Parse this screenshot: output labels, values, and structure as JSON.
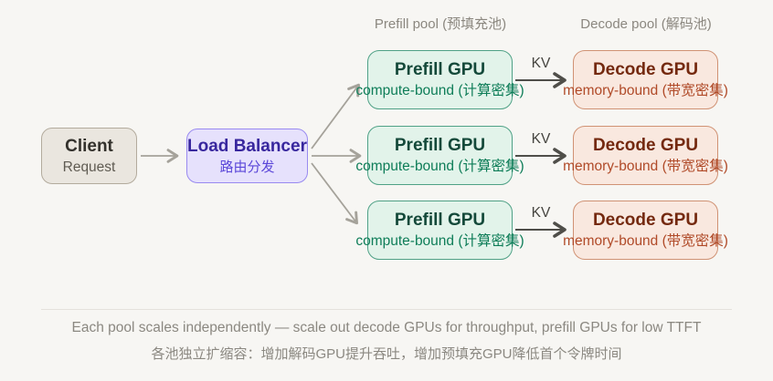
{
  "headers": {
    "prefill_pool": "Prefill pool (预填充池)",
    "decode_pool": "Decode pool (解码池)"
  },
  "nodes": {
    "client": {
      "title": "Client",
      "subtitle": "Request"
    },
    "load_balancer": {
      "title": "Load Balancer",
      "subtitle": "路由分发"
    }
  },
  "rows": [
    {
      "prefill": {
        "title": "Prefill GPU",
        "subtitle": "compute-bound (计算密集)"
      },
      "kv_label": "KV",
      "decode": {
        "title": "Decode GPU",
        "subtitle": "memory-bound (带宽密集)"
      }
    },
    {
      "prefill": {
        "title": "Prefill GPU",
        "subtitle": "compute-bound (计算密集)"
      },
      "kv_label": "KV",
      "decode": {
        "title": "Decode GPU",
        "subtitle": "memory-bound (带宽密集)"
      }
    },
    {
      "prefill": {
        "title": "Prefill GPU",
        "subtitle": "compute-bound (计算密集)"
      },
      "kv_label": "KV",
      "decode": {
        "title": "Decode GPU",
        "subtitle": "memory-bound (带宽密集)"
      }
    }
  ],
  "footer": {
    "line1": "Each pool scales independently — scale out decode GPUs for throughput, prefill GPUs for low TTFT",
    "line2": "各池独立扩缩容：增加解码GPU提升吞吐，增加预填充GPU降低首个令牌时间"
  },
  "colors": {
    "background": "#f7f6f3",
    "client_fill": "#eae6df",
    "client_border": "#b3ab9d",
    "lb_fill": "#e6e1fc",
    "lb_border": "#998af0",
    "lb_title": "#38279e",
    "lb_subtitle": "#5b47d9",
    "prefill_fill": "#e2f3ea",
    "prefill_border": "#4fa186",
    "prefill_title": "#14493a",
    "prefill_subtitle": "#0e7d58",
    "decode_fill": "#f9e8df",
    "decode_border": "#d09274",
    "decode_title": "#74290f",
    "decode_subtitle": "#b04a28",
    "arrow_light": "#a5a29a",
    "arrow_dark": "#4f4e49",
    "muted_text": "#8b8881"
  }
}
